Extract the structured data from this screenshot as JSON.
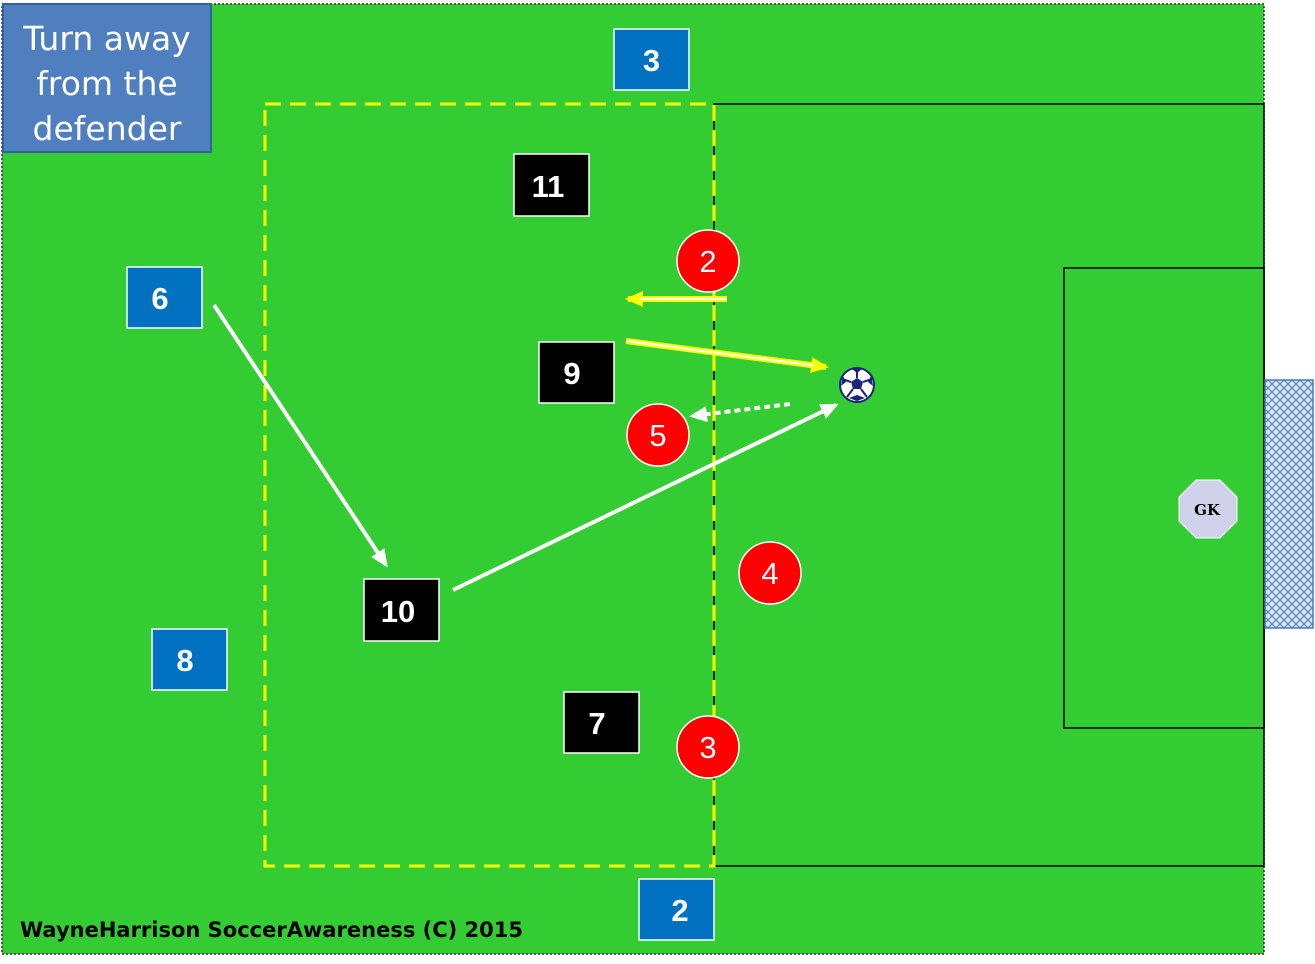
{
  "title_lines": [
    "Turn away",
    "from the",
    "defender"
  ],
  "footer": "WayneHarrison SoccerAwareness (C) 2015",
  "colors": {
    "pitch": "#33cc33",
    "blue_team": "#0070c0",
    "black_team": "#000000",
    "red_team": "#ff0000",
    "zone": "#ffff00",
    "pass_arrow": "#ffffff",
    "run_arrow": "#ffff00",
    "goalkeeper": "#cfd2ea"
  },
  "players": {
    "blue": [
      "3",
      "6",
      "8",
      "2"
    ],
    "black": [
      "11",
      "9",
      "10",
      "7"
    ],
    "red": [
      "2",
      "5",
      "4",
      "3"
    ],
    "goalkeeper": "GK"
  },
  "icons": [
    "soccer-ball-icon",
    "goal-net-icon"
  ]
}
